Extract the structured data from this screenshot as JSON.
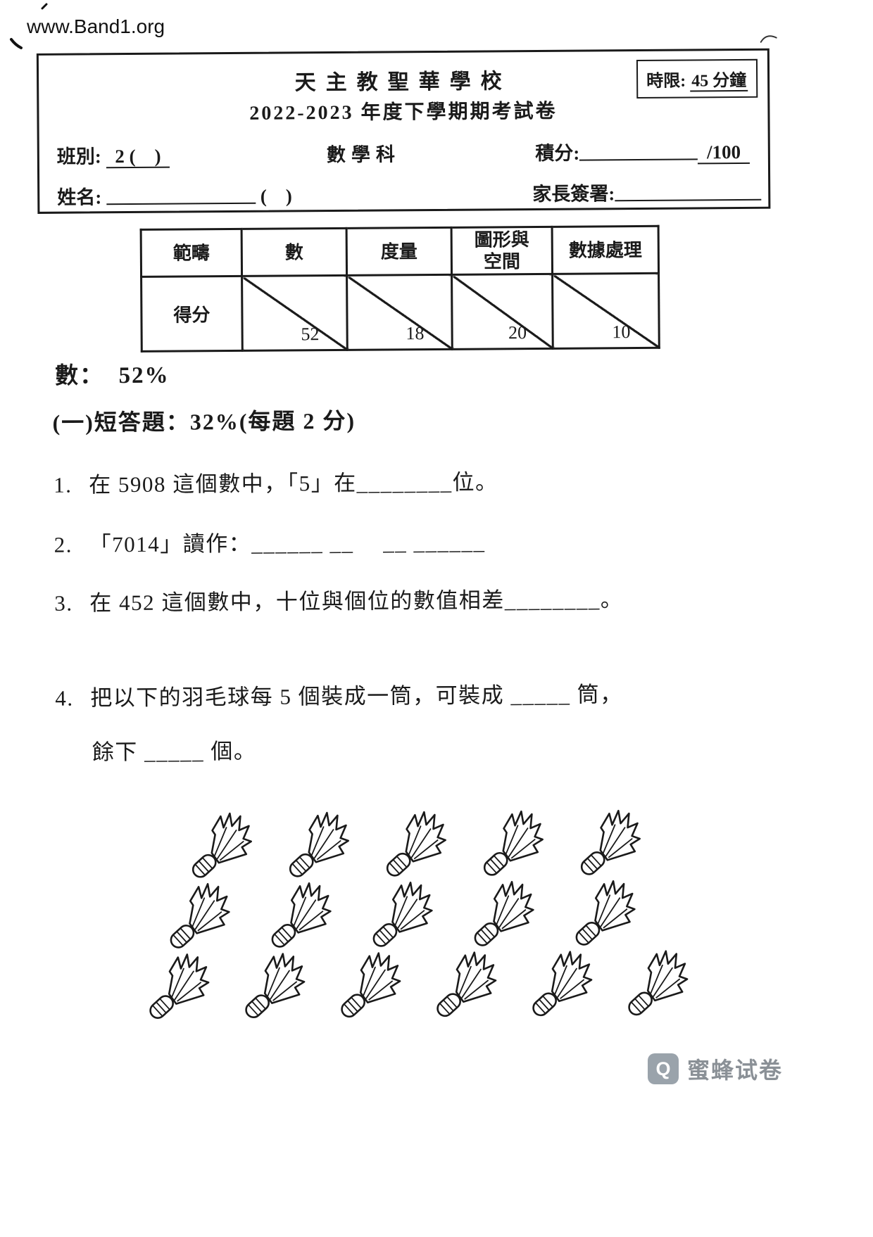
{
  "watermark": "www.Band1.org",
  "colors": {
    "ink": "#1a1a1a",
    "logo_gray": "#8a9096"
  },
  "header": {
    "school": "天主教聖華學校",
    "exam_title": "2022-2023 年度下學期期考試卷",
    "class_label": "班別: ",
    "class_value": " 2 (    ) ",
    "subject": "數學科",
    "score_label": "積分:",
    "score_total": " /100 ",
    "name_label": "姓名: ",
    "name_suffix": " (    )",
    "parent_sign_label": "家長簽署:",
    "time_limit_label": "時限: ",
    "time_limit_value": "45 分鐘"
  },
  "score_table": {
    "col_category": "範疇",
    "col_number": "數",
    "col_measure": "度量",
    "col_shape": "圖形與\n空間",
    "col_data": "數據處理",
    "row_label": "得分",
    "scores": {
      "number": "52",
      "measure": "18",
      "shape": "20",
      "data": "10"
    }
  },
  "section": {
    "heading": "數：  52%",
    "subheading": "(一)短答題：32%(每題 2 分)"
  },
  "questions": {
    "q1": {
      "no": "1.",
      "text": "在 5908 這個數中，「5」在________位。"
    },
    "q2": {
      "no": "2.",
      "text": "「7014」讀作：______ __　 __ ______"
    },
    "q3": {
      "no": "3.",
      "text": "在 452 這個數中，十位與個位的數值相差________。"
    },
    "q4": {
      "no": "4.",
      "line1": "把以下的羽毛球每 5 個裝成一筒，可裝成 _____ 筒，",
      "line2": "餘下 _____ 個。"
    }
  },
  "badminton": {
    "rows": [
      5,
      5,
      6
    ],
    "total": 16
  },
  "footer_logo": {
    "icon_glyph": "Q",
    "text": "蜜蜂试卷"
  }
}
